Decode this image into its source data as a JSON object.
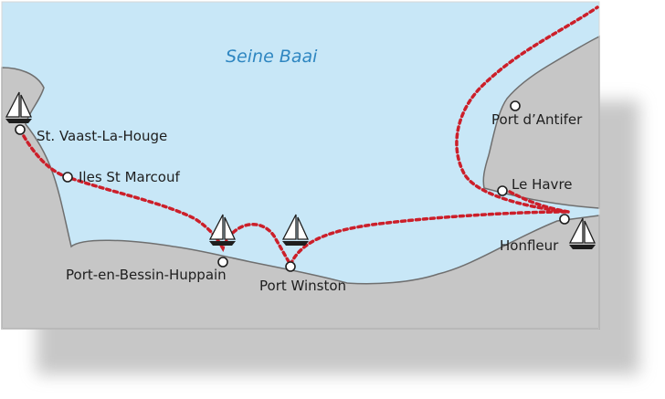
{
  "map": {
    "sea_name": "Seine Baai",
    "colors": {
      "sea": "#c8e7f7",
      "land": "#c6c6c6",
      "coast": "#6f6f6f",
      "route": "#cc1f2a",
      "title": "#2e86c1"
    },
    "places": [
      {
        "name": "St. Vaast-La-Houge"
      },
      {
        "name": "Iles St Marcouf"
      },
      {
        "name": "Port-en-Bessin-Huppain"
      },
      {
        "name": "Port Winston"
      },
      {
        "name": "Port d’Antifer"
      },
      {
        "name": "Le Havre"
      },
      {
        "name": "Honfleur"
      }
    ],
    "icons": [
      "sailboat-icon",
      "place-marker-icon"
    ]
  }
}
